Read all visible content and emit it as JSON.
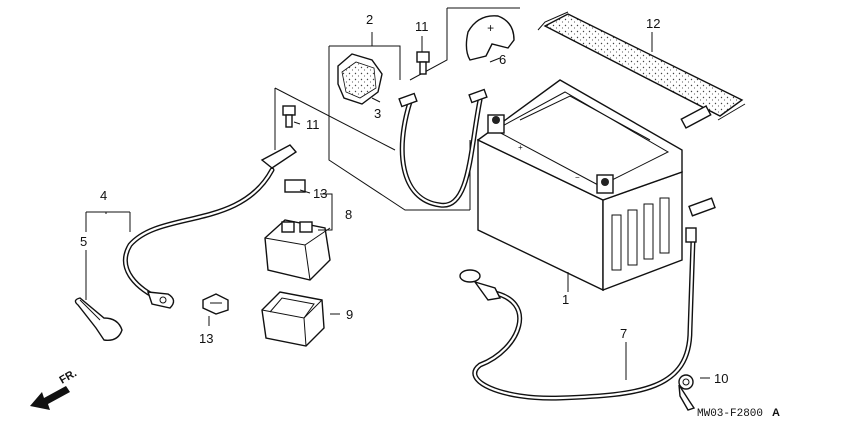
{
  "callouts": {
    "c1": "1",
    "c2": "2",
    "c3": "3",
    "c4": "4",
    "c5": "5",
    "c6": "6",
    "c7": "7",
    "c8": "8",
    "c9": "9",
    "c10": "10",
    "c11a": "11",
    "c11b": "11",
    "c12": "12",
    "c13a": "13",
    "c13b": "13"
  },
  "direction": "FR.",
  "diagram_code": "MW03-F2800",
  "diagram_suffix": "A"
}
